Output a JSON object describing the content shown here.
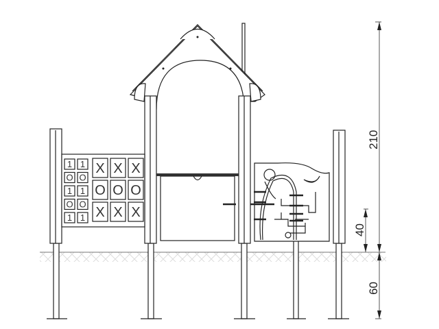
{
  "drawing": {
    "subject": "playground-house-elevation",
    "dimensions": {
      "total_height": "210",
      "platform_height": "40",
      "foundation_depth": "60"
    },
    "game_panel": {
      "small_columns": [
        [
          "1",
          "O",
          "1",
          "O",
          "1"
        ],
        [
          "1",
          "O",
          "1",
          "O",
          "1"
        ]
      ],
      "large_grid": [
        [
          "X",
          "X",
          "X"
        ],
        [
          "O",
          "O",
          "O"
        ],
        [
          "X",
          "X",
          "X"
        ]
      ]
    },
    "colors": {
      "line": "#222222",
      "dimension": "#555555",
      "ground_hatch": "#cccccc"
    }
  }
}
